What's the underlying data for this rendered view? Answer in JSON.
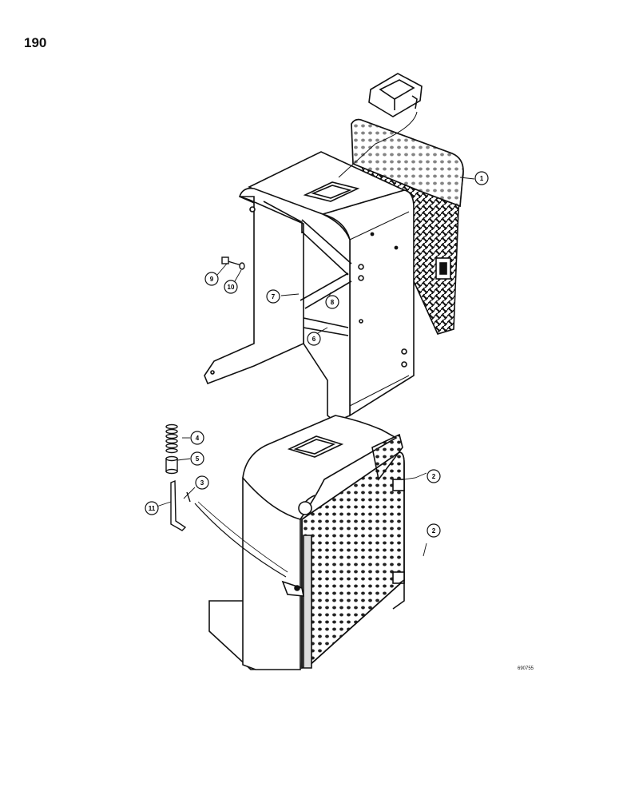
{
  "page": {
    "number": "190",
    "figure_code": "690755"
  },
  "callouts": [
    {
      "id": "1",
      "part": "1"
    },
    {
      "id": "2a",
      "part": "2"
    },
    {
      "id": "2b",
      "part": "2"
    },
    {
      "id": "3",
      "part": "3"
    },
    {
      "id": "4",
      "part": "4"
    },
    {
      "id": "5",
      "part": "5"
    },
    {
      "id": "6",
      "part": "6"
    },
    {
      "id": "7",
      "part": "7"
    },
    {
      "id": "8",
      "part": "8"
    },
    {
      "id": "9",
      "part": "9"
    },
    {
      "id": "10",
      "part": "10"
    },
    {
      "id": "11",
      "part": "11"
    }
  ]
}
